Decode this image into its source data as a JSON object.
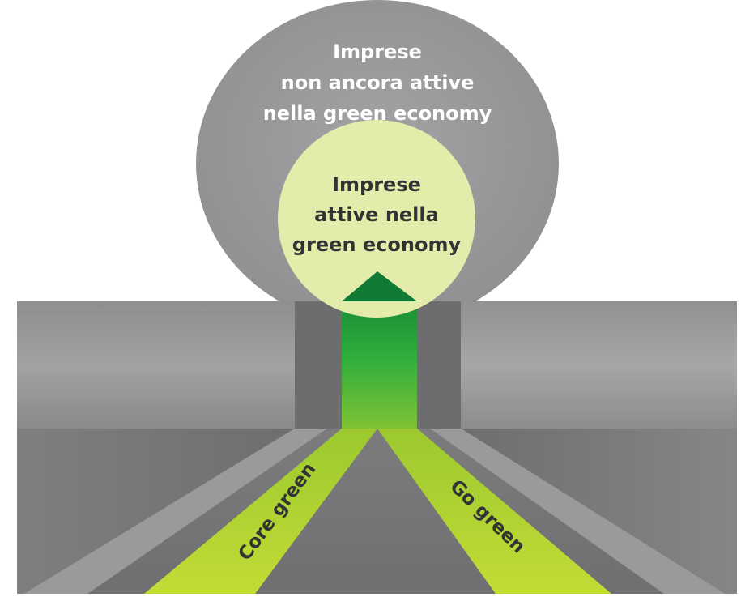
{
  "outer_circle": {
    "lines": [
      "Imprese",
      "non ancora attive",
      "nella green economy"
    ],
    "fill_color": "#9c9c9e",
    "text_color": "#ffffff"
  },
  "inner_circle": {
    "lines": [
      "Imprese",
      "attive nella",
      "green economy"
    ],
    "fill_color": "#e3ecaa",
    "text_color": "#333333"
  },
  "paths": {
    "left_label": "Core green",
    "right_label": "Go green",
    "path_color": "#b9d432",
    "arrow_color": "#24a33c"
  }
}
